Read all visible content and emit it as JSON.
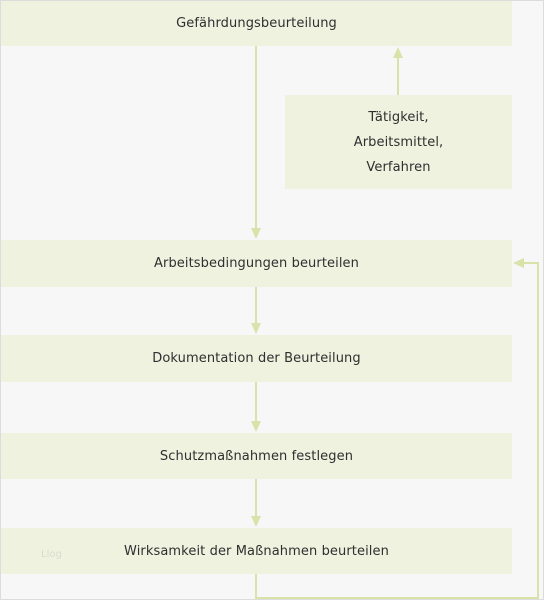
{
  "diagram": {
    "boxes": {
      "top": "Gefährdungsbeurteilung",
      "side_line1": "Tätigkeit,",
      "side_line2": "Arbeitsmittel,",
      "side_line3": "Verfahren",
      "assess": "Arbeitsbedingungen beurteilen",
      "doc": "Dokumentation der Beurteilung",
      "protect": "Schutzmaßnahmen festlegen",
      "effect": "Wirksamkeit der Maßnahmen beurteilen"
    },
    "watermark": "Llog",
    "colors": {
      "box_fill": "#eef2df",
      "arrow": "#d7e3a8",
      "background": "#f7f7f7"
    }
  }
}
